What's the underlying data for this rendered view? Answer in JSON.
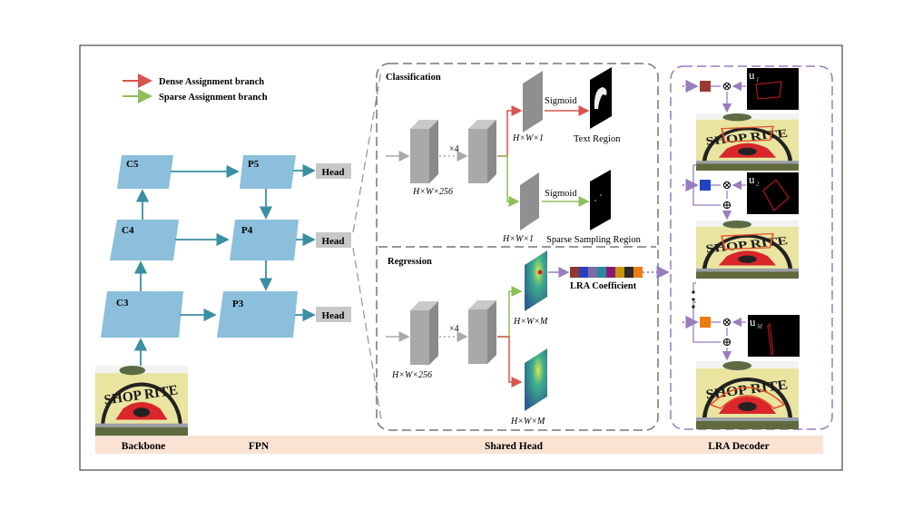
{
  "legend": [
    {
      "label": "Dense Assignment branch",
      "color": "#d9534f"
    },
    {
      "label": "Sparse Assignment branch",
      "color": "#8fbf5a"
    }
  ],
  "fpn": {
    "backbone_levels": [
      "C5",
      "C4",
      "C3"
    ],
    "pyramid_levels": [
      "P5",
      "P4",
      "P3"
    ],
    "head_label": "Head",
    "block_color": "#8bbfdc",
    "arrow_color": "#3a8fa3"
  },
  "shared_head": {
    "classification": {
      "title": "Classification",
      "input_dim": "H×W×256",
      "repeat": "×4",
      "dense_dim": "H×W×1",
      "sparse_dim": "H×W×1",
      "sigmoid_top": "Sigmoid",
      "sigmoid_bottom": "Sigmoid",
      "text_region": "Text Region",
      "sparse_region": "Sparse Sampling Region"
    },
    "regression": {
      "title": "Regression",
      "input_dim": "H×W×256",
      "repeat": "×4",
      "top_dim": "H×W×M",
      "bottom_dim": "H×W×M",
      "coefficient_label": "LRA Coefficient",
      "coefficient_colors": [
        "#8e3a2e",
        "#2a3fbf",
        "#7d6aa8",
        "#2b8a9a",
        "#8a1a7a",
        "#c8960a",
        "#2a2a2a",
        "#ef7a10"
      ]
    }
  },
  "decoder": {
    "bases": [
      {
        "label": "u",
        "sub": "1",
        "color": "#9b3a32"
      },
      {
        "label": "u",
        "sub": "2",
        "color": "#2143c4"
      },
      {
        "label": "u",
        "sub": "M",
        "color": "#ef7a10"
      }
    ],
    "multiply_symbol": "⊗",
    "add_symbol": "⊕",
    "accent": "#9a7cc0"
  },
  "photo_text": "SHOP RITE",
  "stages": [
    "Backbone",
    "FPN",
    "Shared Head",
    "LRA Decoder"
  ]
}
